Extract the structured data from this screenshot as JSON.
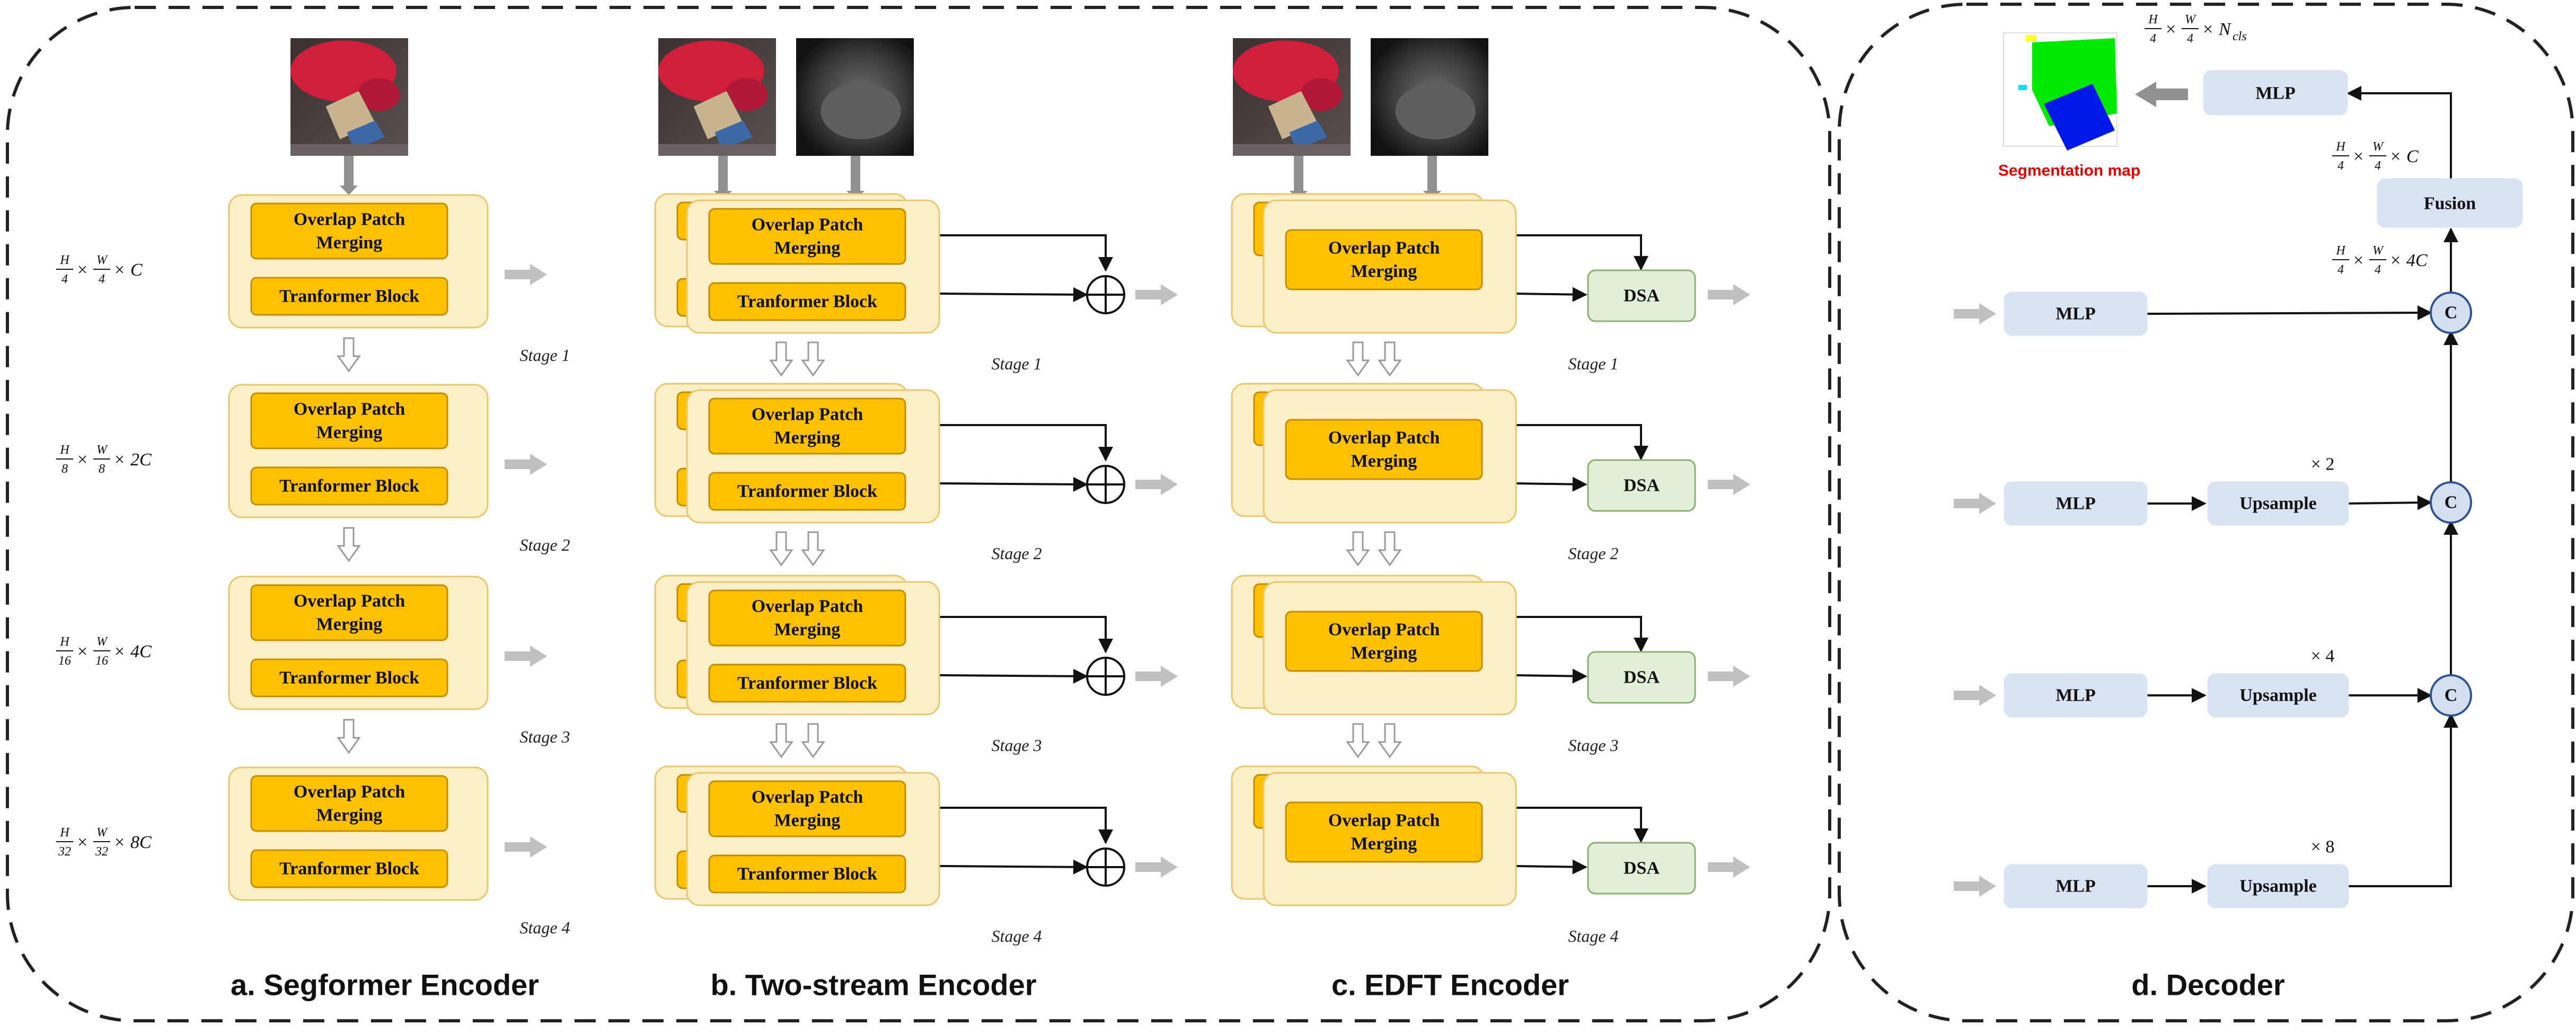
{
  "captions": {
    "a": "a. Segformer Encoder",
    "b": "b. Two-stream Encoder",
    "c": "c. EDFT Encoder",
    "d": "d. Decoder"
  },
  "blocks": {
    "overlap_line1": "Overlap Patch",
    "overlap_line2": "Merging",
    "transformer": "Tranformer Block",
    "dsa": "DSA",
    "mlp": "MLP",
    "upsample": "Upsample",
    "fusion": "Fusion",
    "concat": "C"
  },
  "stages": [
    "Stage 1",
    "Stage 2",
    "Stage 3",
    "Stage 4"
  ],
  "dims": [
    {
      "h": "H",
      "hd": "4",
      "w": "W",
      "wd": "4",
      "c": "C"
    },
    {
      "h": "H",
      "hd": "8",
      "w": "W",
      "wd": "8",
      "c": "2C"
    },
    {
      "h": "H",
      "hd": "16",
      "w": "W",
      "wd": "16",
      "c": "4C"
    },
    {
      "h": "H",
      "hd": "32",
      "w": "W",
      "wd": "32",
      "c": "8C"
    }
  ],
  "decoder": {
    "seg_map_label": "Segmentation map",
    "out_dim": {
      "h": "H",
      "hd": "4",
      "w": "W",
      "wd": "4",
      "c": "N",
      "sub": "cls"
    },
    "fusion_dim": {
      "h": "H",
      "hd": "4",
      "w": "W",
      "wd": "4",
      "c": "C"
    },
    "concat_dim": {
      "h": "H",
      "hd": "4",
      "w": "W",
      "wd": "4",
      "c": "4C"
    },
    "scales": [
      "× 2",
      "× 4",
      "× 8"
    ]
  },
  "colors": {
    "stage_bg": "#fdf0c8",
    "stage_border": "#e8c770",
    "block_fill": "#ffc000",
    "block_border": "#c08f00",
    "dsa_fill": "#e2efd9",
    "dsa_border": "#8cb071",
    "mlp_fill": "#dae3f3",
    "circle_fill": "#d4e0f2",
    "circle_border": "#2f528f",
    "arrow_gray": "#c0c0c0",
    "arrow_dark": "#909090",
    "seg_green": "#00e800",
    "seg_blue": "#0018e8",
    "seg_label_red": "#e00000"
  }
}
